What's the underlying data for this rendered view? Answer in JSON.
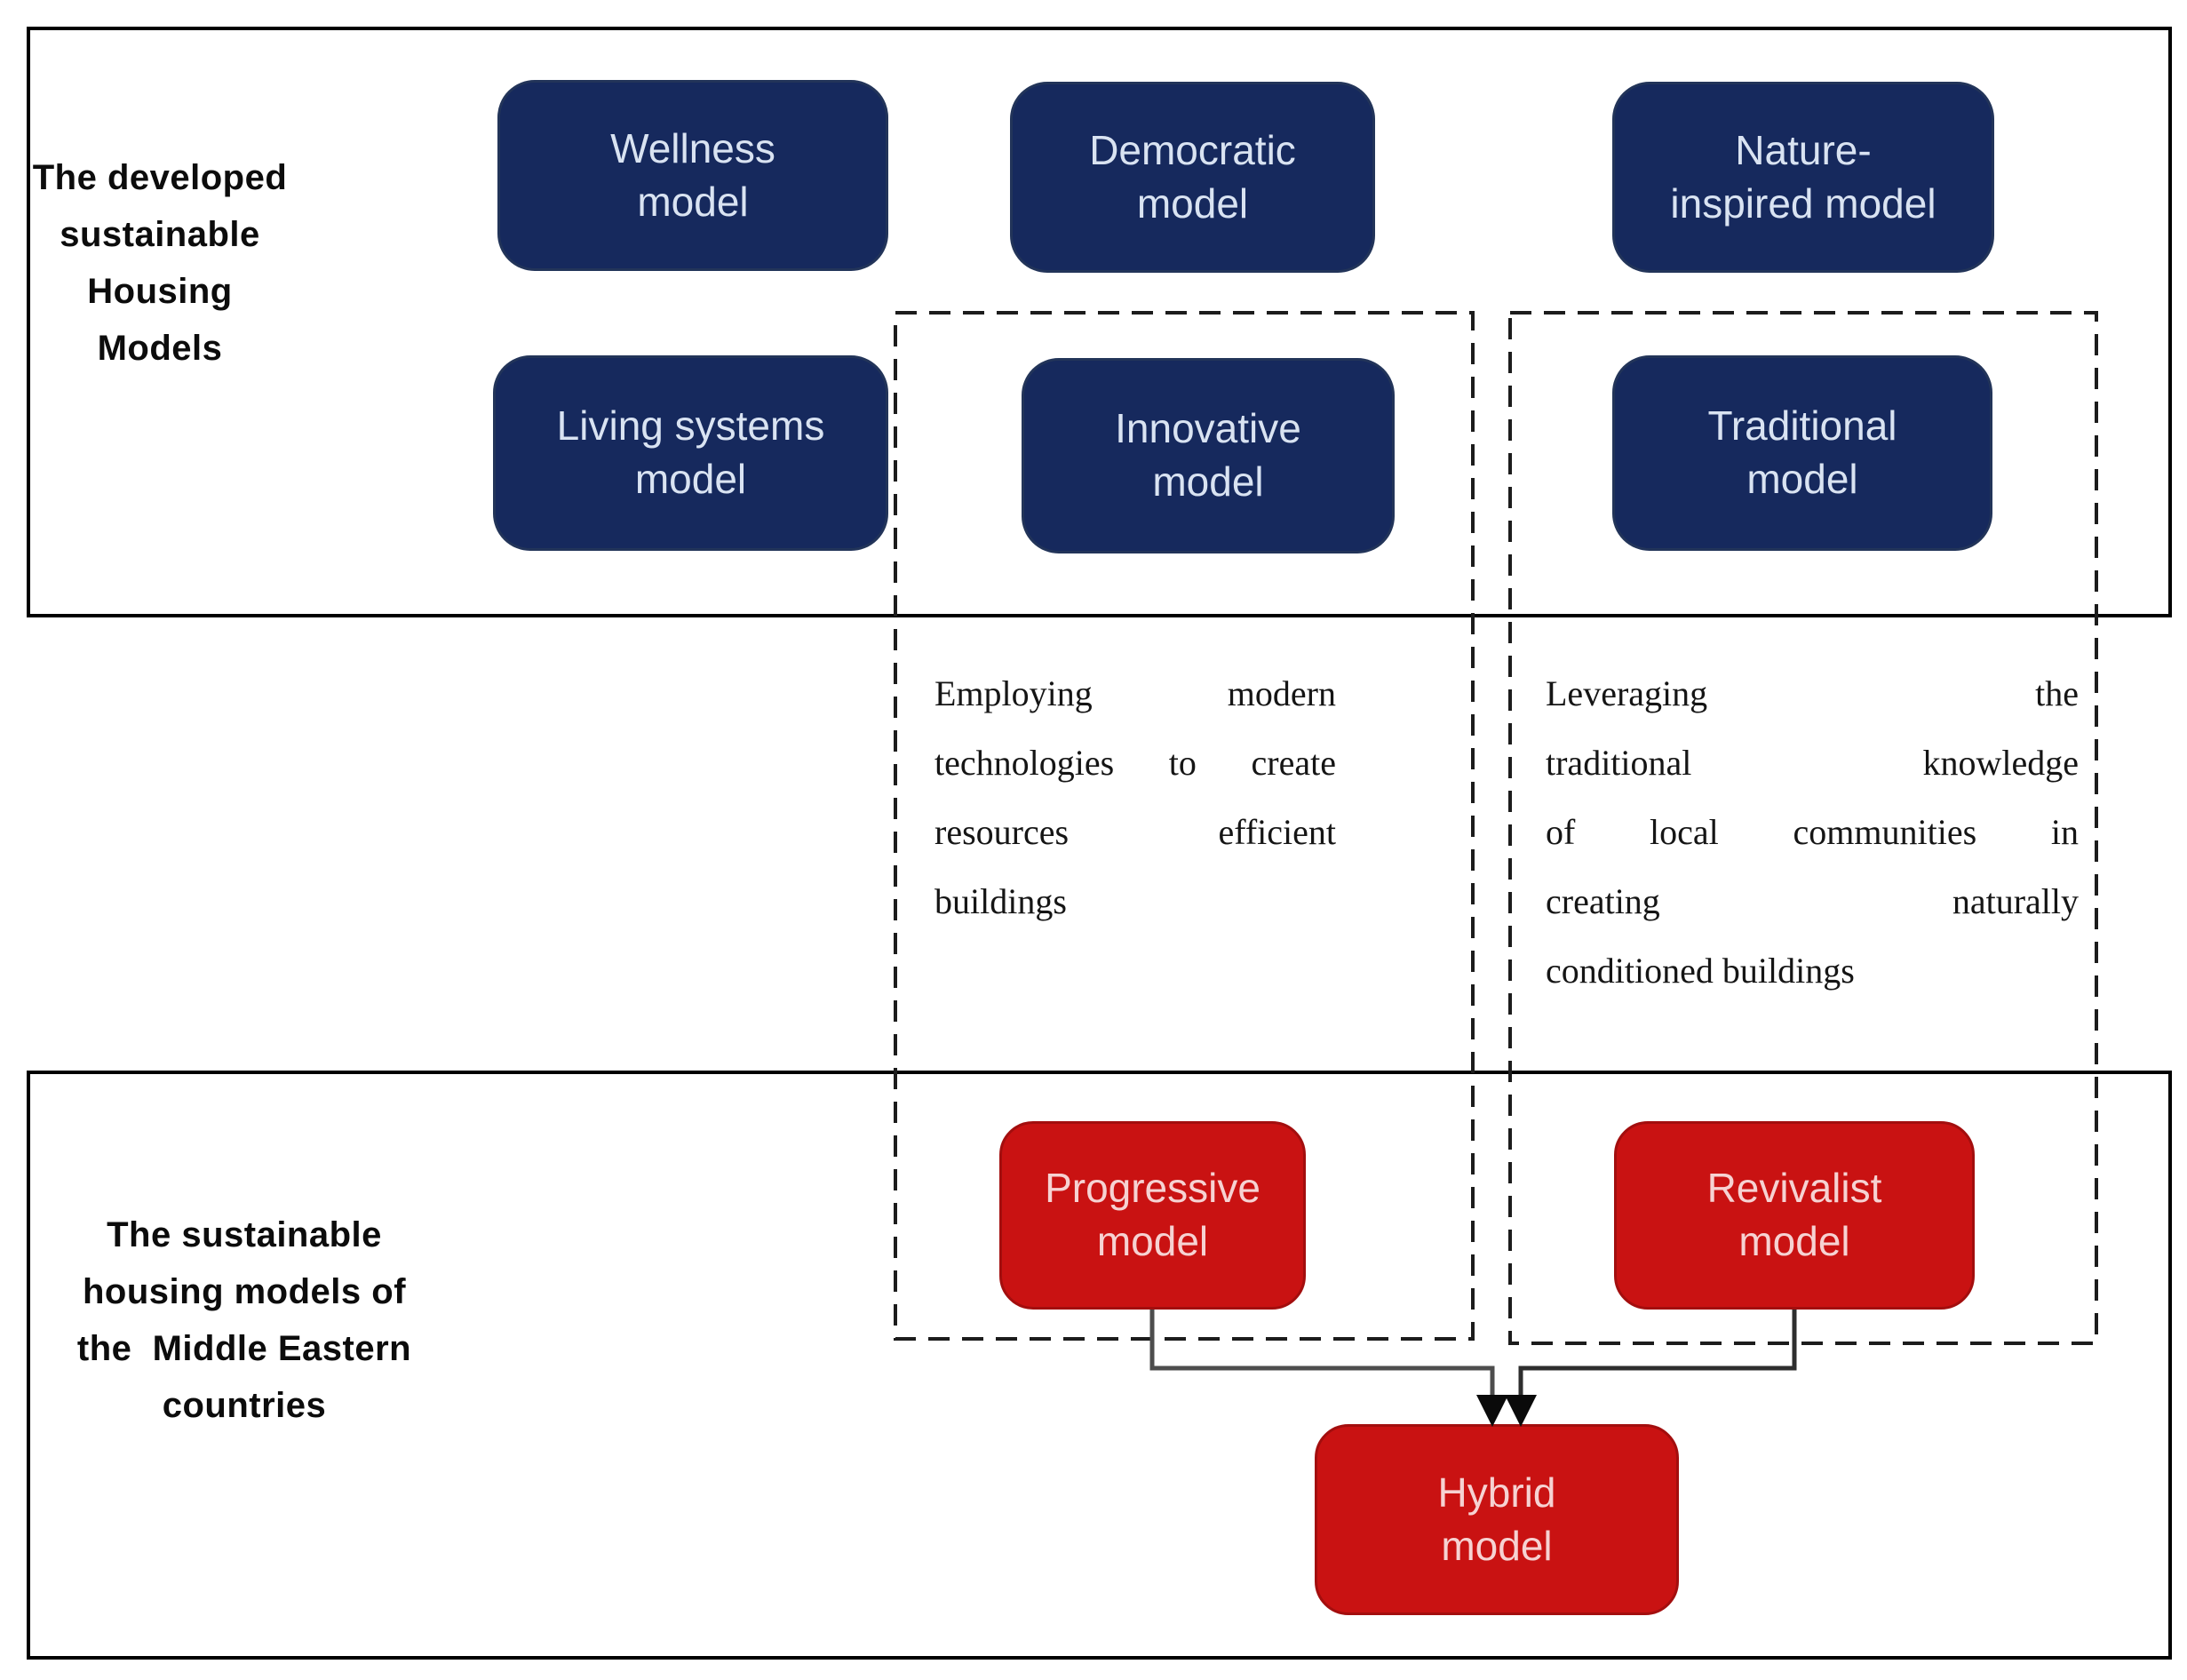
{
  "figure": {
    "title": "Sustainable housing models diagram",
    "top_section": {
      "label_lines": [
        "The developed",
        "sustainable",
        "Housing",
        "Models"
      ],
      "boxes": {
        "wellness": {
          "label_lines": [
            "Wellness",
            "model"
          ]
        },
        "democratic": {
          "label_lines": [
            "Democratic",
            "model"
          ]
        },
        "nature": {
          "label_lines": [
            "Nature-",
            "inspired model"
          ]
        },
        "living": {
          "label_lines": [
            "Living systems",
            "model"
          ]
        },
        "innovative": {
          "label_lines": [
            "Innovative",
            "model"
          ]
        },
        "traditional": {
          "label_lines": [
            "Traditional",
            "model"
          ]
        }
      }
    },
    "notes": {
      "innovative_note_lines": [
        "Employing modern",
        "technologies to create",
        "resources efficient",
        "buildings"
      ],
      "traditional_note_lines": [
        "Leveraging the",
        "traditional knowledge",
        "of local communities in",
        "creating naturally",
        "conditioned buildings"
      ]
    },
    "bottom_section": {
      "label_lines": [
        "The sustainable",
        "housing models of",
        "the  Middle Eastern",
        "countries"
      ],
      "boxes": {
        "progressive": {
          "label_lines": [
            "Progressive",
            "model"
          ]
        },
        "revivalist": {
          "label_lines": [
            "Revivalist",
            "model"
          ]
        },
        "hybrid": {
          "label_lines": [
            "Hybrid",
            "model"
          ]
        }
      }
    },
    "colors": {
      "navy": "#16295d",
      "navy_border": "#223459",
      "red": "#c91212",
      "red_border": "#a30e0e",
      "text_on_navy": "#d9e3f2",
      "text_on_red": "#f6d2d2",
      "section_border": "#000000",
      "dashed_border": "#1c1c1c",
      "connector_progressive": "#4d4d4d",
      "connector_revivalist": "#2e2e2e",
      "arrowhead": "#0a0a0a"
    }
  }
}
